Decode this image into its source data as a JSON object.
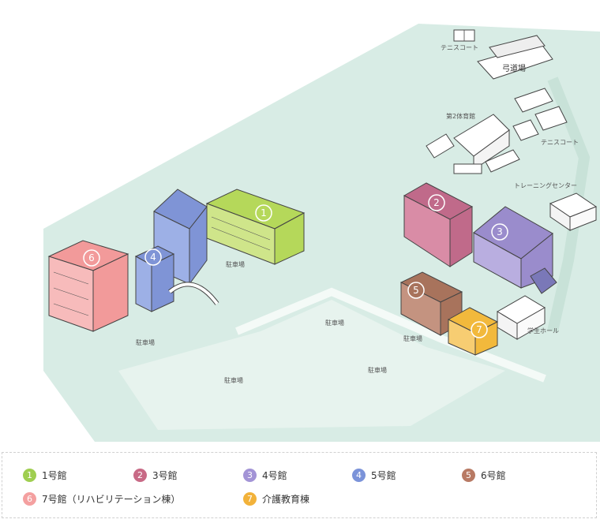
{
  "map": {
    "labels": {
      "tennis_court_1": "テニスコート",
      "kyudojo": "弓道場",
      "gym2": "第2体育館",
      "tennis_court_2": "テニスコート",
      "training_center": "トレーニングセンター",
      "student_hall": "学生ホール",
      "parking_1": "駐車場",
      "parking_2": "駐車場",
      "parking_3": "駐車場",
      "parking_4": "駐車場",
      "parking_5": "駐車場",
      "parking_6": "駐車場"
    },
    "buildings": [
      {
        "num": "1",
        "color": "#b5d85a"
      },
      {
        "num": "2",
        "color": "#c06a8a"
      },
      {
        "num": "3",
        "color": "#9a8ccc"
      },
      {
        "num": "4",
        "color": "#7f94d6"
      },
      {
        "num": "5",
        "color": "#a8735c"
      },
      {
        "num": "6",
        "color": "#f29a9a"
      },
      {
        "num": "7",
        "color": "#f2b93c"
      }
    ]
  },
  "legend": [
    {
      "num": "1",
      "label": "1号館",
      "color": "#9fce50"
    },
    {
      "num": "2",
      "label": "3号館",
      "color": "#c86a86"
    },
    {
      "num": "3",
      "label": "4号館",
      "color": "#a394d6"
    },
    {
      "num": "4",
      "label": "5号館",
      "color": "#7b93d9"
    },
    {
      "num": "5",
      "label": "6号館",
      "color": "#b87a64"
    },
    {
      "num": "6",
      "label": "7号館（リハビリテーション棟）",
      "color": "#f4a0a0"
    },
    {
      "num": "7",
      "label": "介護教育棟",
      "color": "#f2b23a"
    }
  ]
}
